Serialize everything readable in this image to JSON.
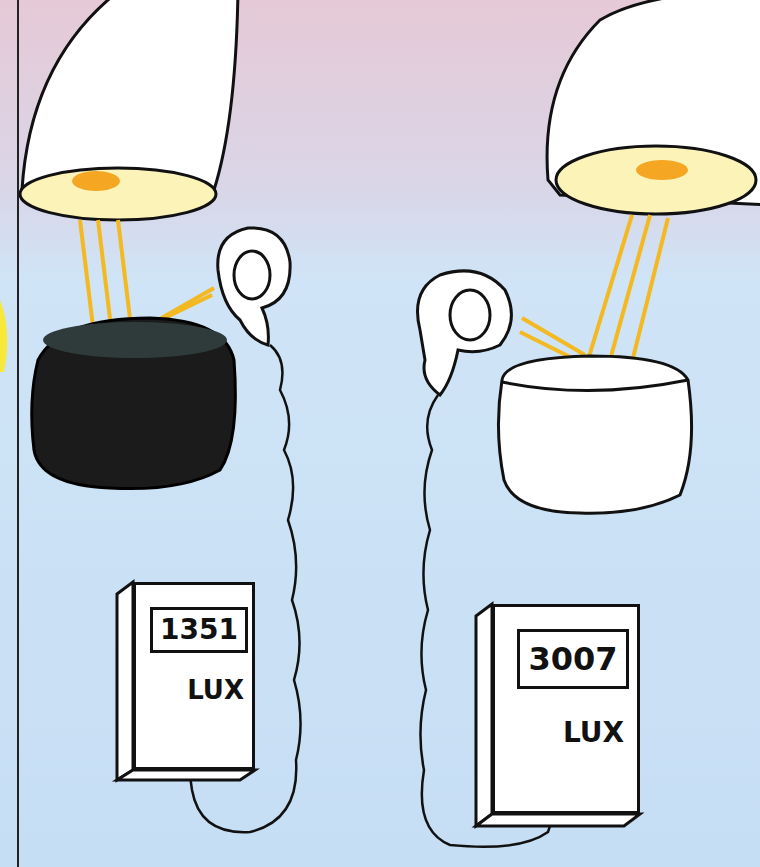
{
  "diagram": {
    "nodes": [
      {
        "text": [
          "LUX"
        ]
      },
      {
        "text": [
          "1351"
        ],
        "in": 0
      },
      {
        "text": [
          "LUX"
        ]
      },
      {
        "text": [
          "3007"
        ],
        "in": 2
      }
    ]
  }
}
